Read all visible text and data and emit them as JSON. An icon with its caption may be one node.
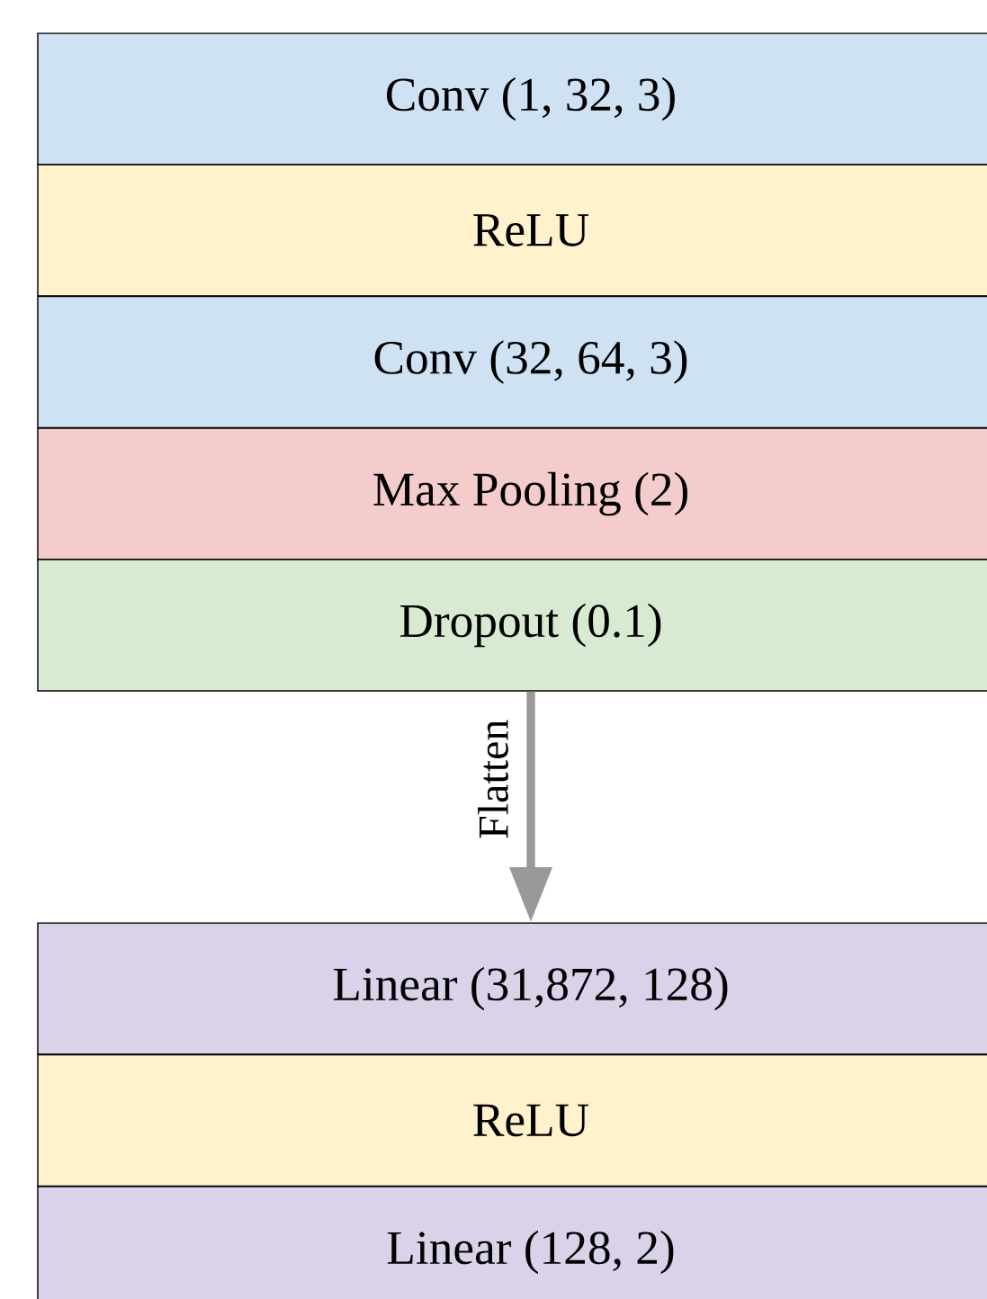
{
  "diagram": {
    "nodes": [
      {
        "text": [
          "Conv (1, 32, 3)"
        ]
      },
      {
        "text": [
          "ReLU"
        ]
      },
      {
        "text": [
          "Conv (32, 64, 3)"
        ]
      },
      {
        "text": [
          "Max Pooling (2)"
        ]
      },
      {
        "text": [
          "Dropout (0.1)"
        ]
      },
      {
        "text": [
          "Linear (31,872, 128)"
        ]
      },
      {
        "text": [
          "ReLU"
        ]
      },
      {
        "text": [
          "Linear (128, 2)"
        ]
      }
    ],
    "edges": [
      {
        "from": 4,
        "to": 5,
        "arrow": "to",
        "label": "Flatten",
        "color": "#999999"
      }
    ]
  }
}
